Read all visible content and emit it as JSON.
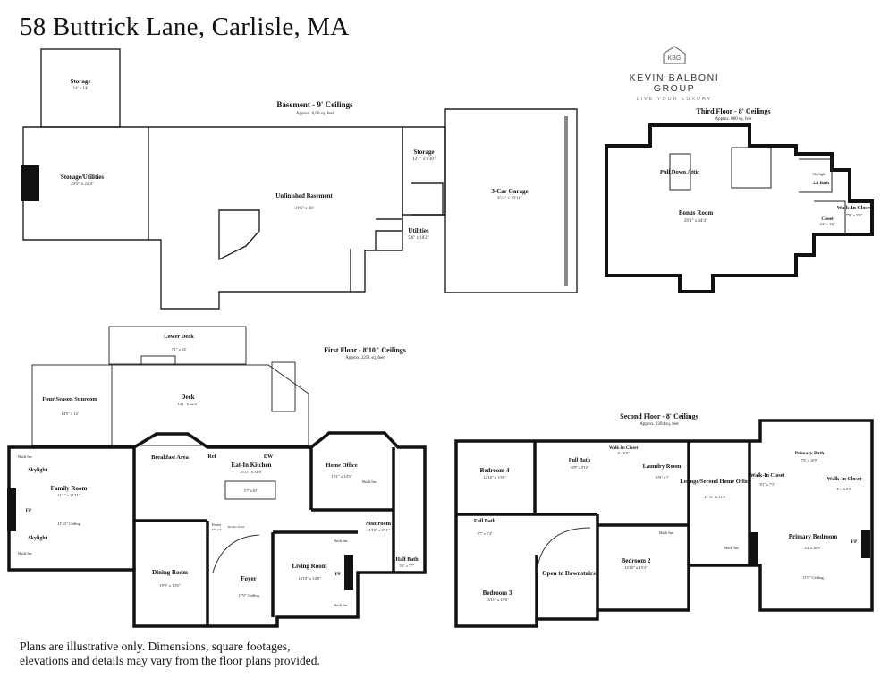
{
  "title": "58 Buttrick Lane, Carlisle, MA",
  "disclaimer": "Plans are illustrative only. Dimensions, square footages, elevations and details may vary from the floor plans provided.",
  "logo": {
    "mark": "KBG",
    "name": "KEVIN BALBONI GROUP",
    "tagline": "LIVE YOUR LUXURY"
  },
  "floors": {
    "basement": {
      "heading": "Basement - 9' Ceilings",
      "approx": "Approx. 0,00 sq. feet",
      "rooms": {
        "storage_top": {
          "name": "Storage",
          "dims": "14' x 14'"
        },
        "storage_utilities": {
          "name": "Storage/Utilities",
          "dims": "20'9\" x 22'4\""
        },
        "unfinished": {
          "name": "Unfinished Basement",
          "dims": "31'6\" x 48'"
        },
        "storage_small": {
          "name": "Storage",
          "dims": "12'7\" x 6'10\""
        },
        "utilities": {
          "name": "Utilities",
          "dims": "5'6\" x 10'2\""
        },
        "garage": {
          "name": "3-Car Garage",
          "dims": "35'4\" x 22'11\""
        }
      }
    },
    "third": {
      "heading": "Third Floor - 8' Ceilings",
      "approx": "Approx. 000 sq. feet",
      "rooms": {
        "attic": {
          "name": "Pull Down Attic"
        },
        "bonus": {
          "name": "Bonus Room",
          "dims": "29'1\" x 34'4\""
        },
        "skylight": {
          "name": "Skylight"
        },
        "bath": {
          "name": "2.1 Bath"
        },
        "closet": {
          "name": "Closet",
          "dims": "4'4\" x 3'6\""
        },
        "walkin": {
          "name": "Walk-In Closet",
          "dims": "7'9\" x 5'3\""
        }
      }
    },
    "first": {
      "heading": "First Floor - 8'10\" Ceilings",
      "approx": "Approx. 2251 sq. feet",
      "rooms": {
        "lower_deck": {
          "name": "Lower Deck",
          "dims": "7'1\" x 24'"
        },
        "deck": {
          "name": "Deck",
          "dims": "14'1\" x 32'4\""
        },
        "sunroom": {
          "name": "Four Season Sunroom",
          "dims": "14'5\" x 14'"
        },
        "family": {
          "name": "Family Room",
          "dims": "21'1\" x 21'11\""
        },
        "family_ceiling": "11'10\" Ceiling",
        "skylight1": "Skylight",
        "skylight2": "Skylight",
        "builtins1": "Built Ins",
        "builtins2": "Built Ins",
        "fp1": "FP",
        "breakfast": {
          "name": "Breakfast Area"
        },
        "ref": "Ref",
        "dw": "DW",
        "kitchen": {
          "name": "Eat-In Kitchen",
          "dims": "16'11\" x 31'8\""
        },
        "island": "5'7\"x10'",
        "pantry": "Pantry",
        "pantry_dims": "4'7\" x 5'",
        "double_oven": "Double Oven",
        "home_office": {
          "name": "Home Office",
          "dims": "13'1\" x 14'5\""
        },
        "office_builtins": "Built Ins",
        "mudroom": {
          "name": "Mudroom",
          "dims": "21'10\" x 8'11\""
        },
        "half_bath": {
          "name": "Half Bath",
          "dims": "5'6\" x 7'7\""
        },
        "dining": {
          "name": "Dining Room",
          "dims": "19'9\" x 13'6\""
        },
        "foyer": {
          "name": "Foyer"
        },
        "foyer_ceiling": "17'9\" Ceiling",
        "living": {
          "name": "Living Room",
          "dims": "14'10\" x 14'8\""
        },
        "living_builtins1": "Built Ins",
        "living_builtins2": "Built Ins",
        "fp2": "FP"
      }
    },
    "second": {
      "heading": "Second Floor - 8' Ceilings",
      "approx": "Approx. 2204 sq. feet",
      "rooms": {
        "bedroom4": {
          "name": "Bedroom 4",
          "dims": "12'10\" x 13'6\""
        },
        "full_bath1": {
          "name": "Full Bath",
          "dims": "10'9\" x 9'10\""
        },
        "walkin_closet_small": {
          "name": "Walk-In Closet",
          "dims": "3' x 6'6\""
        },
        "laundry": {
          "name": "Laundry Room",
          "dims": "10'9\" x 7'"
        },
        "lounge": {
          "name": "Lounge/Second Home Office",
          "dims": "21'11\" x 11'6\""
        },
        "lounge_builtins": "Built Ins",
        "full_bath2": {
          "name": "Full Bath",
          "dims": "5'7\" x 5'4\""
        },
        "open_downstairs": {
          "name": "Open to Downstairs"
        },
        "bedroom2": {
          "name": "Bedroom 2",
          "dims": "14'10\" x 15'4\""
        },
        "b2_builtins": "Built Ins",
        "bedroom3": {
          "name": "Bedroom 3",
          "dims": "16'11\" x 15'6\""
        },
        "primary_bath": {
          "name": "Primary Bath",
          "dims": "7'6\" x 16'9\""
        },
        "walkin1": {
          "name": "Walk-In Closet",
          "dims": "8'1\" x 7'3\""
        },
        "walkin2": {
          "name": "Walk-In Closet",
          "dims": "6'7\" x 8'8\""
        },
        "primary": {
          "name": "Primary Bedroom",
          "dims": "24' x 20'9\""
        },
        "primary_ceiling": "11'9\" Ceiling",
        "fp": "FP"
      }
    }
  }
}
